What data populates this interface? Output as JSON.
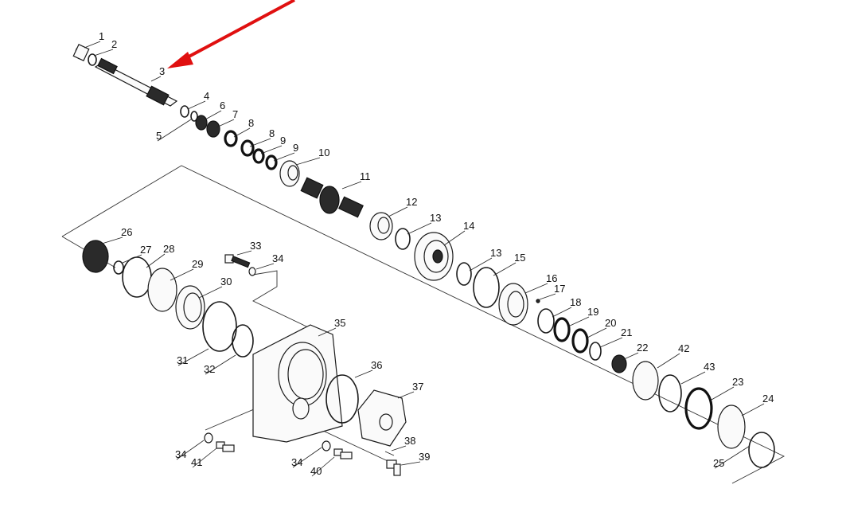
{
  "labels": [
    "1",
    "2",
    "3",
    "4",
    "5",
    "6",
    "7",
    "8",
    "8",
    "9",
    "9",
    "10",
    "11",
    "12",
    "13",
    "14",
    "13",
    "15",
    "16",
    "17",
    "18",
    "19",
    "20",
    "21",
    "22",
    "42",
    "43",
    "23",
    "24",
    "25",
    "26",
    "27",
    "28",
    "29",
    "30",
    "31",
    "32",
    "33",
    "34",
    "35",
    "36",
    "37",
    "38",
    "39",
    "34",
    "40",
    "34",
    "41"
  ],
  "colors": {
    "arrow": "#e01010",
    "ink": "#1a1a1a",
    "background": "#ffffff"
  }
}
